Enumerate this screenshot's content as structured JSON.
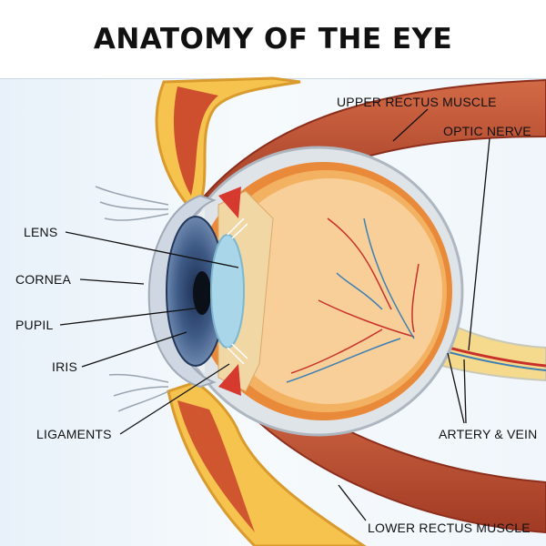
{
  "title": "ANATOMY OF THE EYE",
  "labels": {
    "lens": "LENS",
    "cornea": "CORNEA",
    "pupil": "PUPIL",
    "iris": "IRIS",
    "ligaments": "LIGAMENTS",
    "upper_rectus": "UPPER RECTUS MUSCLE",
    "optic_nerve": "OPTIC NERVE",
    "artery_vein": "ARTERY & VEIN",
    "lower_rectus": "LOWER RECTUS MUSCLE"
  },
  "colors": {
    "muscle": "#b5452c",
    "fat": "#f6c44e",
    "sclera": "#c9cfd6",
    "choroid": "#e98a3a",
    "vitreous": "#f8cf99",
    "iris": "#3d5a86",
    "lens": "#a9d6e8",
    "vessel_red": "#c8302a",
    "vessel_blue": "#3c7fb3"
  }
}
